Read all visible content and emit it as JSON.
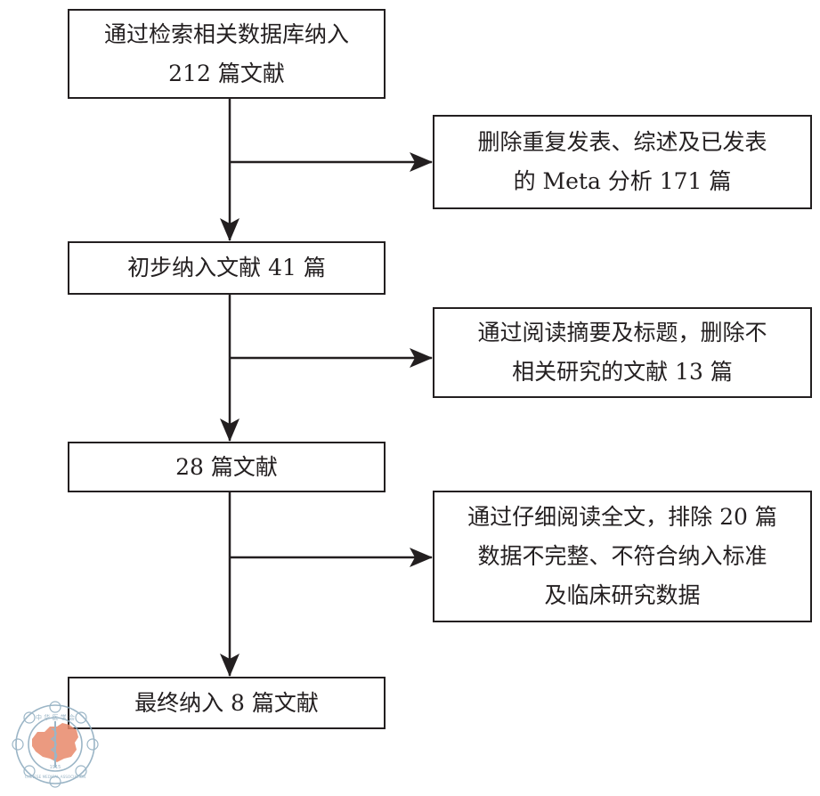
{
  "flowchart": {
    "main_steps": [
      {
        "lines": [
          "通过检索相关数据库纳入",
          "212 篇文献"
        ]
      },
      {
        "lines": [
          "初步纳入文献 41 篇"
        ]
      },
      {
        "lines": [
          "28 篇文献"
        ]
      },
      {
        "lines": [
          "最终纳入 8 篇文献"
        ]
      }
    ],
    "exclusions": [
      {
        "lines": [
          "删除重复发表、综述及已发表",
          "的 Meta 分析 171 篇"
        ]
      },
      {
        "lines": [
          "通过阅读摘要及标题，删除不",
          "相关研究的文献 13 篇"
        ]
      },
      {
        "lines": [
          "通过仔细阅读全文，排除 20 篇",
          "数据不完整、不符合纳入标准",
          "及临床研究数据"
        ]
      }
    ]
  },
  "watermark": {
    "text_cn": "中华医学会",
    "text_en": "CHINESE MEDICAL ASSOCIATION",
    "year": "1915",
    "color": "#e8896a",
    "ring_color": "#8aa9bd"
  },
  "colors": {
    "stroke": "#231f20",
    "background": "#ffffff"
  }
}
